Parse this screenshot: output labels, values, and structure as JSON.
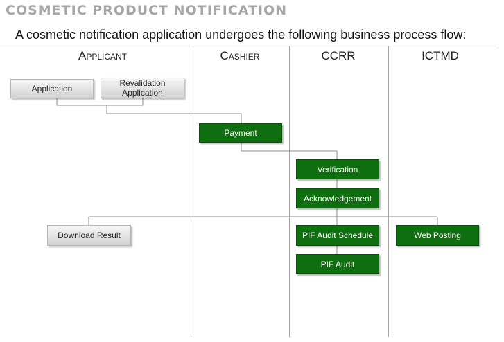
{
  "title": "COSMETIC PRODUCT NOTIFICATION",
  "subtitle": "A cosmetic notification application undergoes the following business process flow:",
  "lanes": {
    "applicant": "Applicant",
    "cashier": "Cashier",
    "ccrr": "CCRR",
    "ictmd": "ICTMD"
  },
  "steps": {
    "application": "Application",
    "revalidation": "Revalidation Application",
    "payment": "Payment",
    "verification": "Verification",
    "acknowledgement": "Acknowledgement",
    "download_result": "Download Result",
    "pif_audit_schedule": "PIF Audit Schedule",
    "pif_audit": "PIF Audit",
    "web_posting": "Web Posting"
  },
  "colors": {
    "title": "#a6a6a6",
    "green_box": "#0f6e0f",
    "gray_box": "#e6e6e6",
    "connector": "#8c8c8c"
  }
}
